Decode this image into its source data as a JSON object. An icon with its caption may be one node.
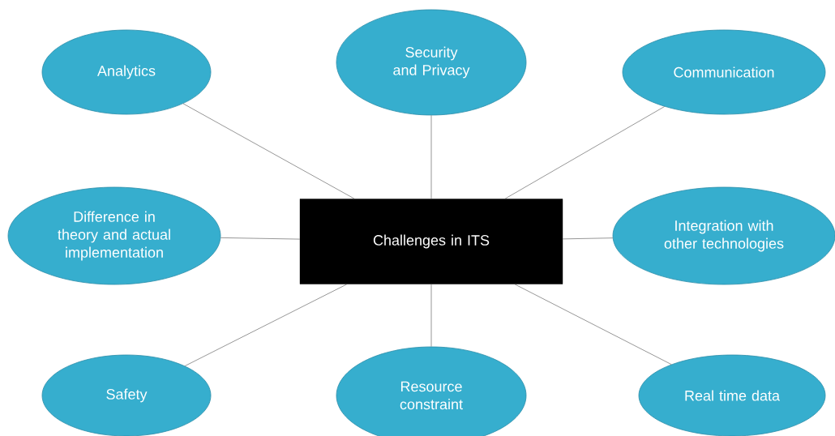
{
  "diagram": {
    "nodes": [
      {
        "text": [
          "Analytics"
        ]
      },
      {
        "text": [
          "Security and Privacy"
        ]
      },
      {
        "text": [
          "Communication"
        ]
      },
      {
        "text": [
          "Difference in theory and actual implementation"
        ]
      },
      {
        "text": [
          "Challenges in ITS"
        ]
      },
      {
        "text": [
          "Integration with other technologies"
        ]
      },
      {
        "text": [
          "Safety"
        ]
      },
      {
        "text": [
          "Resource constraint"
        ]
      },
      {
        "text": [
          "Real time data"
        ]
      }
    ],
    "edges": [
      {
        "from": 4,
        "to": 0,
        "arrow": "none"
      },
      {
        "from": 4,
        "to": 1,
        "arrow": "none"
      },
      {
        "from": 4,
        "to": 2,
        "arrow": "none"
      },
      {
        "from": 4,
        "to": 3,
        "arrow": "none"
      },
      {
        "from": 4,
        "to": 5,
        "arrow": "none"
      },
      {
        "from": 4,
        "to": 6,
        "arrow": "none"
      },
      {
        "from": 4,
        "to": 7,
        "arrow": "none"
      },
      {
        "from": 4,
        "to": 8,
        "arrow": "none"
      }
    ]
  }
}
